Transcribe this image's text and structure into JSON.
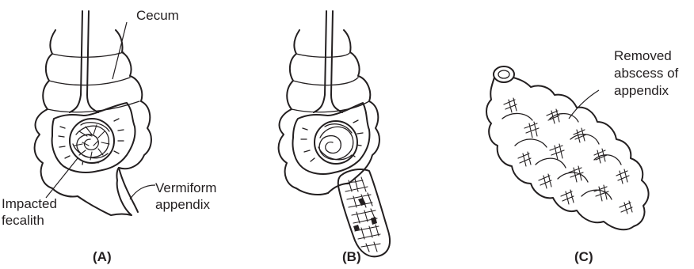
{
  "panels": {
    "a": {
      "caption": "(A)",
      "label_cecum": "Cecum",
      "label_fecalith_1": "Impacted",
      "label_fecalith_2": "fecalith",
      "label_appendix_1": "Vermiform",
      "label_appendix_2": "appendix"
    },
    "b": {
      "caption": "(B)"
    },
    "c": {
      "caption": "(C)",
      "label_1": "Removed",
      "label_2": "abscess of",
      "label_3": "appendix"
    }
  }
}
